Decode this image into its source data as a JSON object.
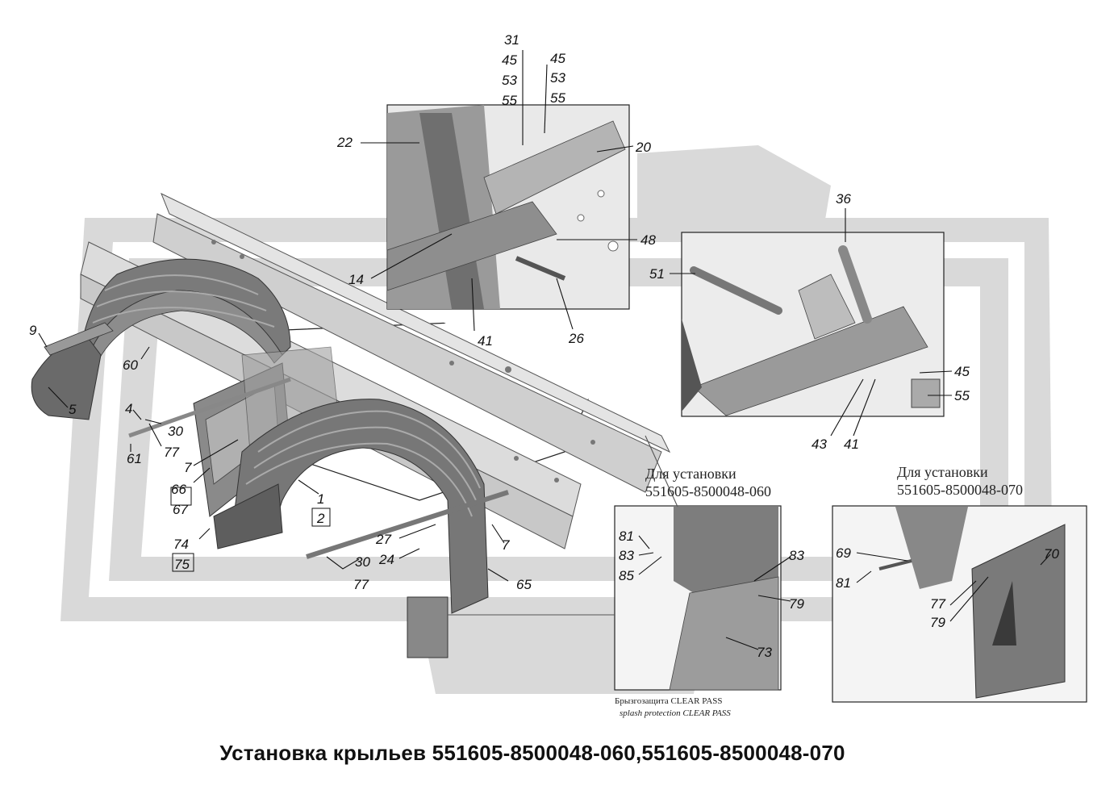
{
  "title": "Установка крыльев 551605-8500048-060,551605-8500048-070",
  "inset_notes": {
    "left_header_line1": "Для установки",
    "left_header_line2": "551605-8500048-060",
    "right_header_line1": "Для установки",
    "right_header_line2": "551605-8500048-070",
    "caption_line1": "Брызгозащита CLEAR PASS",
    "caption_line2": "splash protection CLEAR PASS"
  },
  "labels": {
    "l31": "31",
    "l45a": "45",
    "l53a": "53",
    "l55a": "55",
    "l45b": "45",
    "l53b": "53",
    "l55b": "55",
    "l22": "22",
    "l20": "20",
    "l48": "48",
    "l14": "14",
    "l41a": "41",
    "l26": "26",
    "l36": "36",
    "l51": "51",
    "l45c": "45",
    "l55c": "55",
    "l43": "43",
    "l41b": "41",
    "l9": "9",
    "l60": "60",
    "l5": "5",
    "l4": "4",
    "l30a": "30",
    "l77a": "77",
    "l61": "61",
    "l7a": "7",
    "l66": "66",
    "l67": "67",
    "l1": "1",
    "l2": "2",
    "l74": "74",
    "l75": "75",
    "l27": "27",
    "l7b": "7",
    "l24": "24",
    "l30b": "30",
    "l77b": "77",
    "l65": "65",
    "l81a": "81",
    "l83a": "83",
    "l85": "85",
    "l83b": "83",
    "l79a": "79",
    "l73": "73",
    "l69": "69",
    "l70": "70",
    "l81b": "81",
    "l77c": "77",
    "l79b": "79"
  },
  "colors": {
    "logo_gray": "#d6d6d6",
    "part_gray": "#7c7c7c",
    "frame_gray": "#bdbdbd",
    "line": "#111111"
  }
}
